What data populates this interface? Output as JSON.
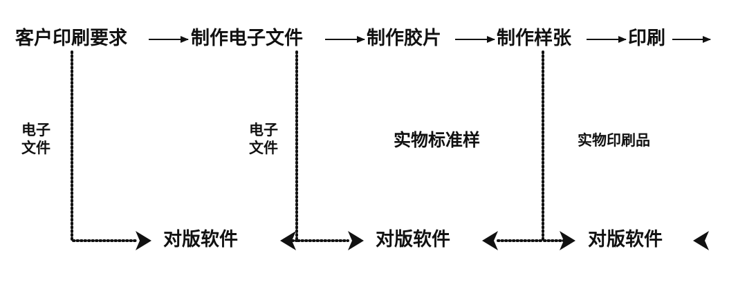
{
  "flow": {
    "steps": [
      {
        "label": "客户印刷要求"
      },
      {
        "label": "制作电子文件"
      },
      {
        "label": "制作胶片"
      },
      {
        "label": "制作样张"
      },
      {
        "label": "印刷"
      }
    ]
  },
  "references": [
    {
      "label": "电子文件"
    },
    {
      "label": "电子文件"
    },
    {
      "label": "实物标准样"
    },
    {
      "label": "实物印刷品"
    }
  ],
  "software": [
    {
      "label": "对版软件"
    },
    {
      "label": "对版软件"
    },
    {
      "label": "对版软件"
    }
  ],
  "colors": {
    "ink": "#111111",
    "background": "#ffffff"
  }
}
